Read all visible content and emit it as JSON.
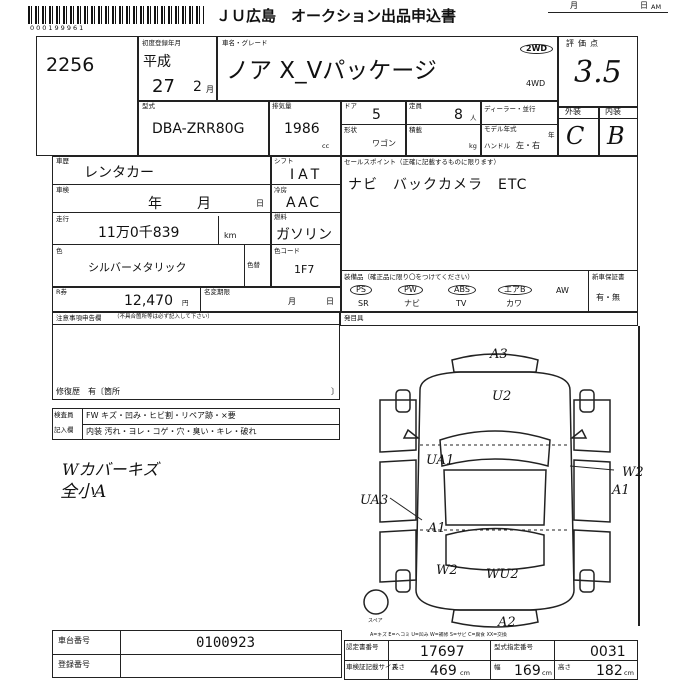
{
  "header": {
    "barcode_number": "000199961",
    "title": "ＪＵ広島　オークション出品申込書",
    "month_label": "月",
    "day_label": "日",
    "day_suffix": "AM"
  },
  "lot": {
    "number": "2256"
  },
  "registration": {
    "label": "初度登録年月",
    "era": "平成",
    "year": "27",
    "month": "2",
    "month_suffix": "月"
  },
  "model": {
    "label": "車名・グレード",
    "name": "ノア X_Vパッケージ",
    "drive_2wd": "2WD",
    "drive_4wd": "4WD"
  },
  "rating": {
    "label": "評価点",
    "value": "3.5"
  },
  "type_code": {
    "label": "型式",
    "value": "DBA-ZRR80G"
  },
  "displacement": {
    "label": "排気量",
    "value": "1986",
    "unit": "cc"
  },
  "doors": {
    "label": "ドア",
    "value": "5"
  },
  "capacity": {
    "label": "定員",
    "value": "8",
    "unit": "人"
  },
  "dealer": {
    "label": "ディーラー・並行"
  },
  "model_year": {
    "label": "モデル年式",
    "unit": "年"
  },
  "body_shape": {
    "label": "形状",
    "value": "ワゴン"
  },
  "load": {
    "label": "積載",
    "unit": "kg"
  },
  "handle": {
    "label": "ハンドル",
    "value": "左・右"
  },
  "grade_ext": {
    "label": "外装",
    "value": "C"
  },
  "grade_int": {
    "label": "内装",
    "value": "B"
  },
  "history": {
    "label": "車歴",
    "value": "レンタカー"
  },
  "shift": {
    "label": "シフト",
    "value": "IAT"
  },
  "inspection": {
    "label": "車検",
    "year": "年",
    "month": "月",
    "day": "日"
  },
  "aircon": {
    "label": "冷房",
    "value": "AAC"
  },
  "mileage": {
    "label": "走行",
    "value": "11万0千839",
    "unit": "km"
  },
  "fuel": {
    "label": "燃料",
    "value": "ガソリン"
  },
  "color": {
    "label": "色",
    "value": "シルバーメタリック",
    "change_label": "色替",
    "code_label": "色コード",
    "code": "1F7"
  },
  "recycle": {
    "label": "R券",
    "value": "12,470",
    "unit": "円"
  },
  "meigi": {
    "label": "名変期限",
    "month": "月",
    "day": "日"
  },
  "sales_points": {
    "label": "セールスポイント（正確に記載するものに限ります）",
    "value": "ナビ　バックカメラ　ETC"
  },
  "equipment": {
    "label": "装備品（確正品に限り〇をつけてください）",
    "items_top": [
      "PS",
      "PW",
      "ABS",
      "エアB",
      "AW"
    ],
    "items_bottom": [
      "SR",
      "ナビ",
      "TV",
      "カワ"
    ],
    "circled": [
      true,
      true,
      true,
      true,
      false
    ]
  },
  "new_car_warranty": {
    "label": "新車保証書",
    "value": "有・無"
  },
  "tool": {
    "label": "発目具"
  },
  "notes": {
    "label": "注意事項申告欄",
    "sublabel": "（不具合箇所等は必ず記入して下さい）"
  },
  "repair": {
    "label": "修復歴　有〔箇所",
    "end": "〕"
  },
  "checklist": {
    "label1": "検査員",
    "label2": "記入欄",
    "row1": "FW キズ・凹み・ヒビ割・リペア跡・×要",
    "row2": "内装 汚れ・ヨレ・コゲ・穴・臭い・キレ・破れ"
  },
  "handnotes": {
    "line1": "Wカバーキズ",
    "line2": "全小A"
  },
  "diagram_marks": [
    "A3",
    "U2",
    "UA1",
    "W2",
    "A1",
    "UA3",
    "A1",
    "W2",
    "WU2",
    "A2"
  ],
  "diagram_legend": "A=キズ E=ヘコミ U=凹み W=補修 S=サビ C=腐食 XX=交換",
  "spare_label": "スペア",
  "chassis": {
    "label": "車台番号",
    "value": "0100923"
  },
  "reg_no": {
    "label": "登録番号"
  },
  "dims": {
    "label1": "認定書番号",
    "value1": "17697",
    "label2": "型式指定番号",
    "value2": "0031",
    "len_label": "長さ",
    "len": "469",
    "wid_label": "幅",
    "wid": "169",
    "hgt_label": "高さ",
    "hgt": "182",
    "unit": "cm",
    "size_label": "車検証記載サイズ"
  }
}
